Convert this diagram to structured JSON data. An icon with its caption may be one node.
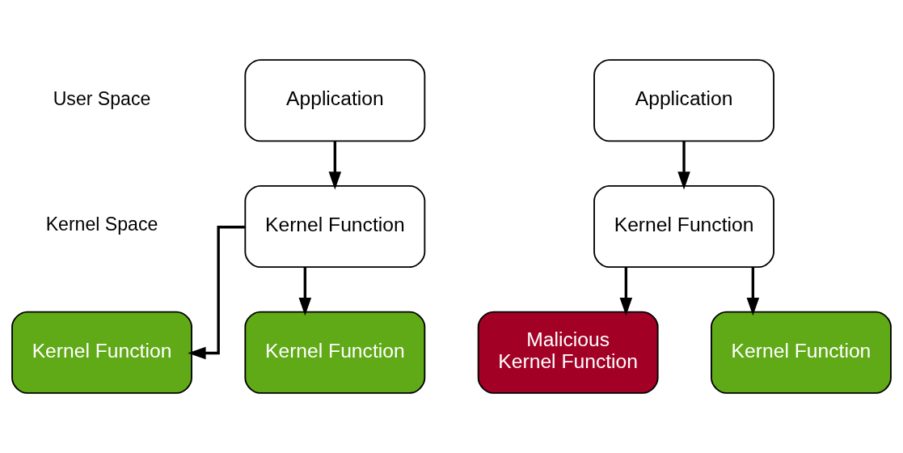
{
  "diagram": {
    "nodes": [
      {
        "text": [
          "Application"
        ]
      },
      {
        "text": [
          "Kernel Function"
        ]
      },
      {
        "text": [
          "Kernel Function"
        ]
      },
      {
        "text": [
          "Kernel Function"
        ]
      },
      {
        "text": [
          "Application"
        ]
      },
      {
        "text": [
          "Kernel Function"
        ]
      },
      {
        "text": [
          "Kernel Function"
        ]
      },
      {
        "text": [
          "Malicious Kernel Function"
        ]
      }
    ],
    "edges": [
      {
        "from": 0,
        "to": 1,
        "arrow": "to"
      },
      {
        "from": 1,
        "to": 2,
        "arrow": "to"
      },
      {
        "from": 1,
        "to": 3,
        "arrow": "to"
      },
      {
        "from": 4,
        "to": 5,
        "arrow": "to"
      },
      {
        "from": 5,
        "to": 6,
        "arrow": "to"
      },
      {
        "from": 5,
        "to": 7,
        "arrow": "to"
      }
    ],
    "labels": [
      "User Space",
      "Kernel Space"
    ]
  }
}
